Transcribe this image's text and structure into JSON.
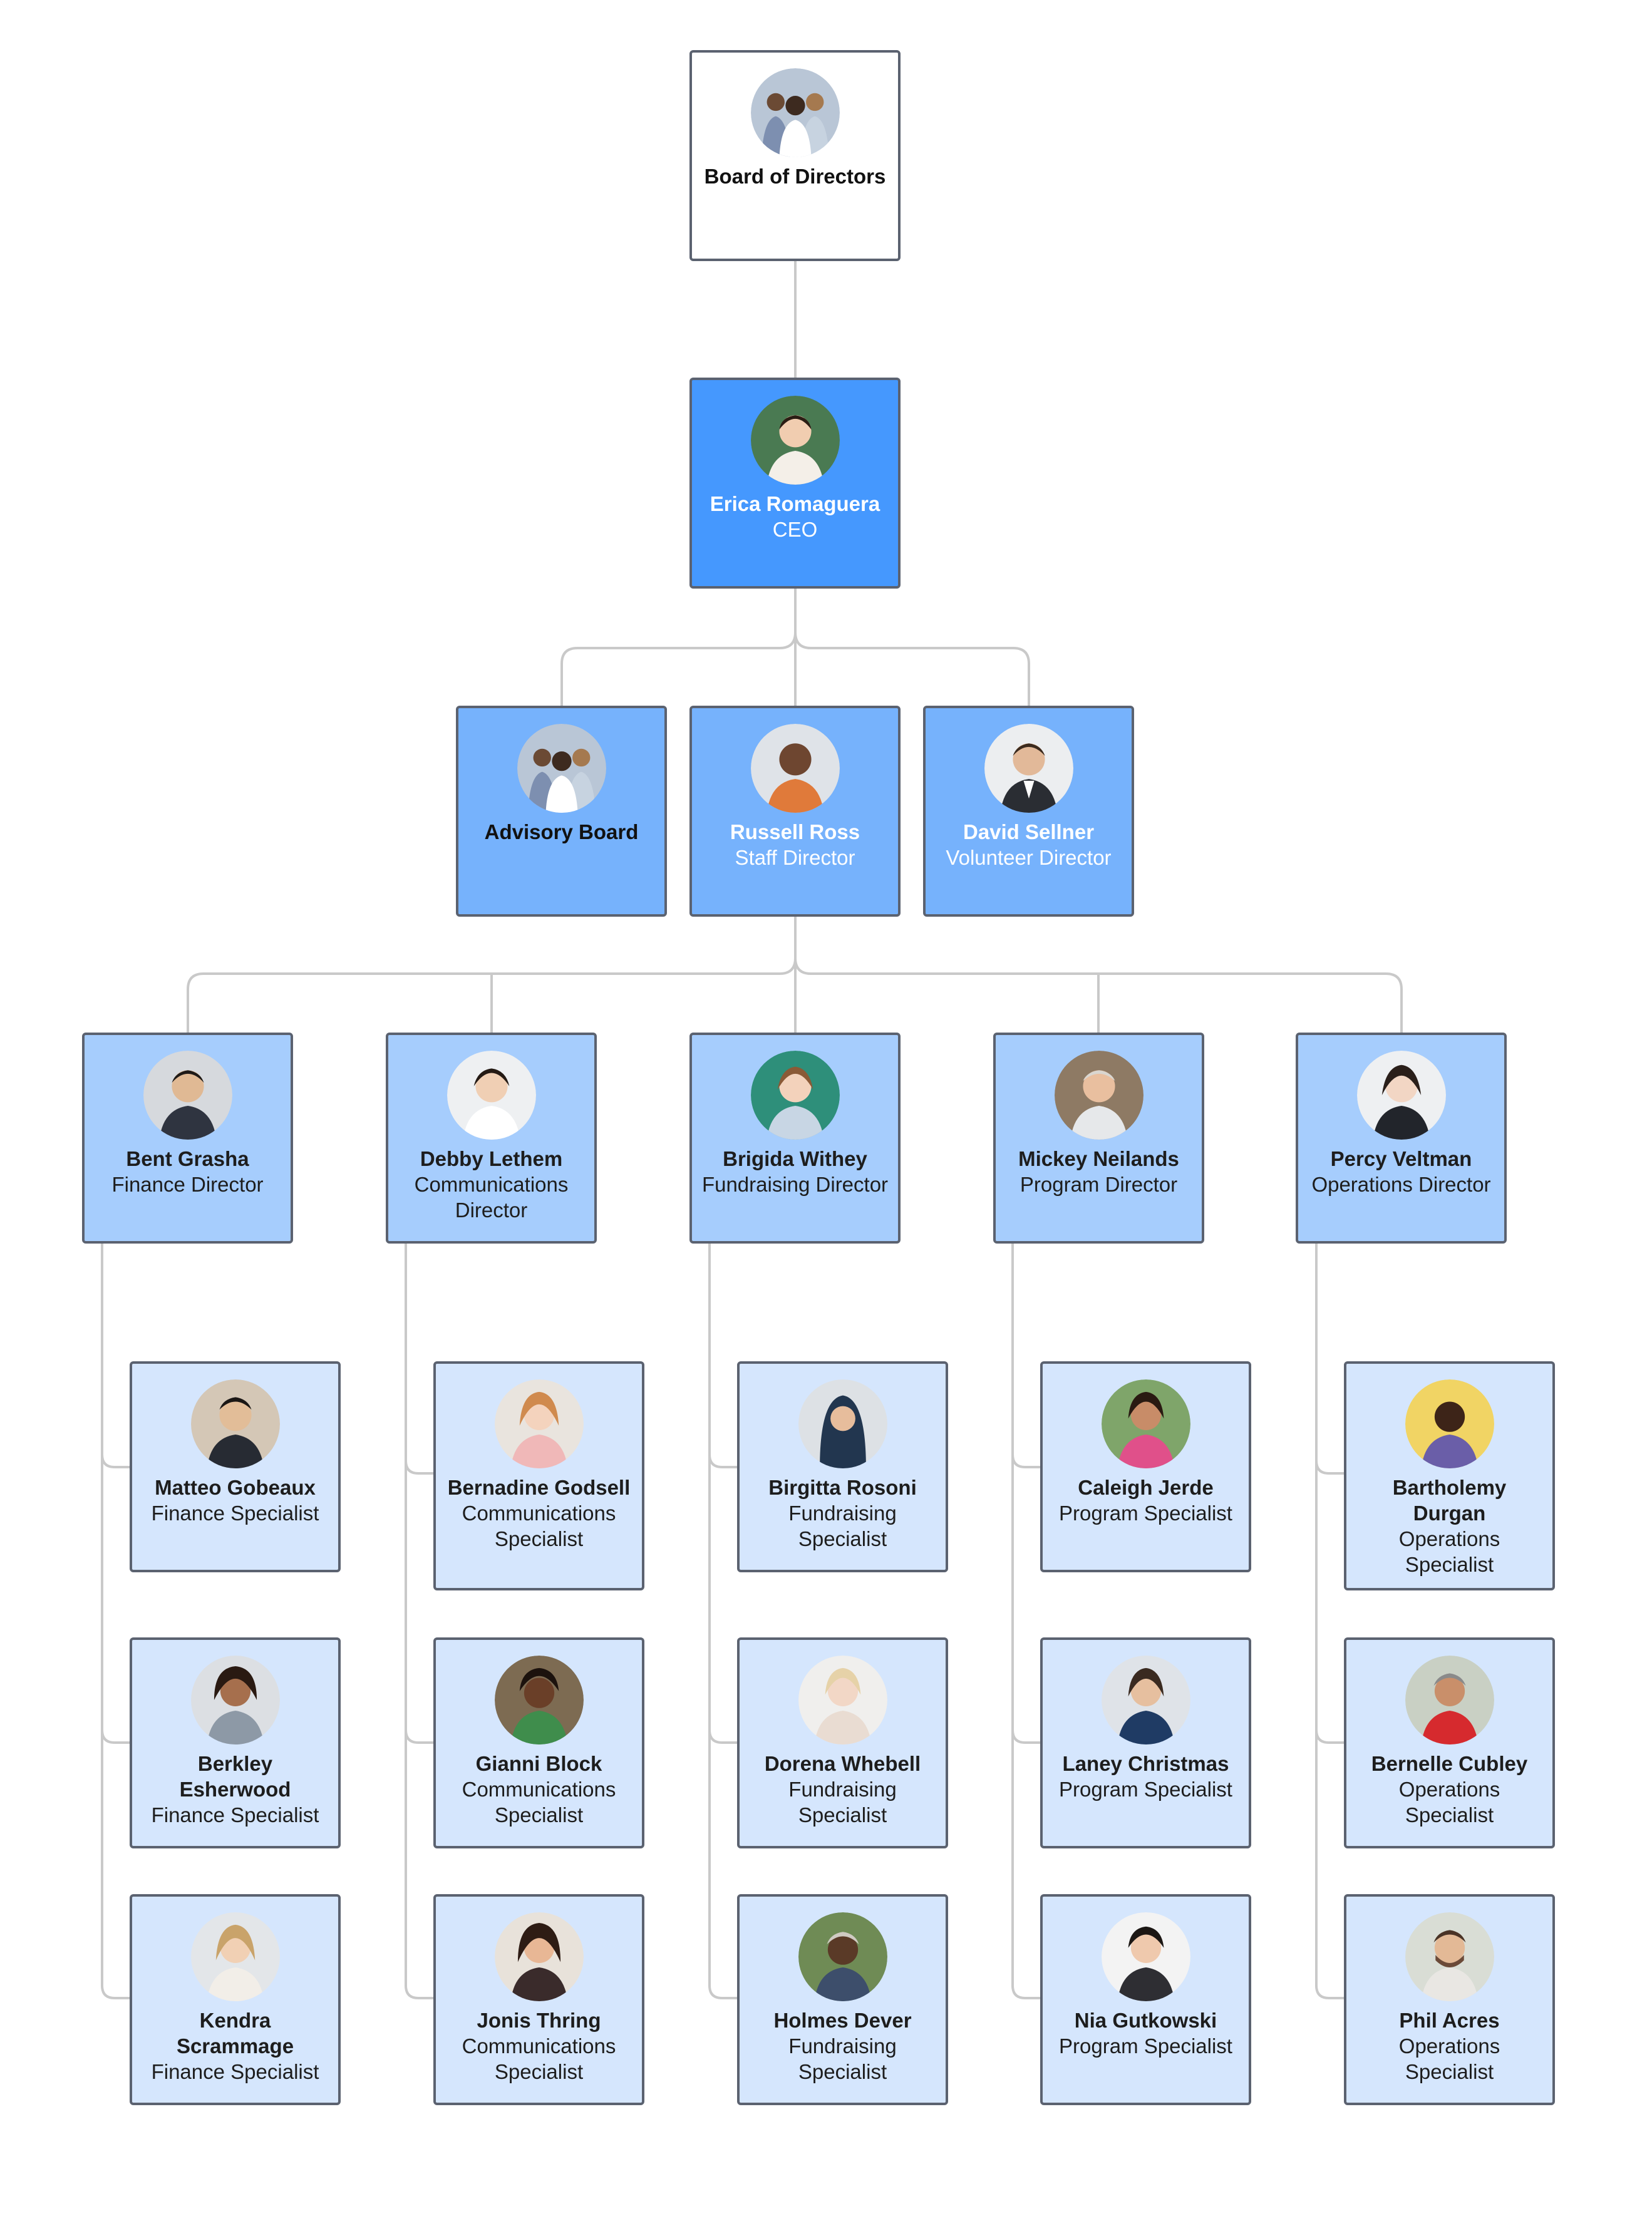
{
  "org_chart": {
    "board": {
      "name": "Board of Directors",
      "title": ""
    },
    "ceo": {
      "name": "Erica Romaguera",
      "title": "CEO"
    },
    "level2": [
      {
        "name": "Advisory Board",
        "title": ""
      },
      {
        "name": "Russell Ross",
        "title": "Staff Director"
      },
      {
        "name": "David Sellner",
        "title": "Volunteer Director"
      }
    ],
    "directors": [
      {
        "name": "Bent Grasha",
        "title": "Finance Director",
        "reports": [
          {
            "name": "Matteo Gobeaux",
            "title": "Finance Specialist"
          },
          {
            "name": "Berkley Esherwood",
            "title": "Finance Specialist"
          },
          {
            "name": "Kendra Scrammage",
            "title": "Finance Specialist"
          }
        ]
      },
      {
        "name": "Debby Lethem",
        "title": "Communications Director",
        "reports": [
          {
            "name": "Bernadine Godsell",
            "title": "Communications Specialist"
          },
          {
            "name": "Gianni Block",
            "title": "Communications Specialist"
          },
          {
            "name": "Jonis Thring",
            "title": "Communications Specialist"
          }
        ]
      },
      {
        "name": "Brigida Withey",
        "title": "Fundraising Director",
        "reports": [
          {
            "name": "Birgitta Rosoni",
            "title": "Fundraising Specialist"
          },
          {
            "name": "Dorena Whebell",
            "title": "Fundraising Specialist"
          },
          {
            "name": "Holmes Dever",
            "title": "Fundraising Specialist"
          }
        ]
      },
      {
        "name": "Mickey Neilands",
        "title": "Program Director",
        "reports": [
          {
            "name": "Caleigh Jerde",
            "title": "Program Specialist"
          },
          {
            "name": "Laney Christmas",
            "title": "Program Specialist"
          },
          {
            "name": "Nia Gutkowski",
            "title": "Program Specialist"
          }
        ]
      },
      {
        "name": "Percy Veltman",
        "title": "Operations Director",
        "reports": [
          {
            "name": "Bartholemy Durgan",
            "title": "Operations Specialist"
          },
          {
            "name": "Bernelle Cubley",
            "title": "Operations Specialist"
          },
          {
            "name": "Phil Acres",
            "title": "Operations Specialist"
          }
        ]
      }
    ]
  },
  "colors": {
    "connector": "#c9c9c9",
    "border": "#5b6270",
    "level1": "#4598fe",
    "level2": "#76b2fc",
    "level3": "#a6cdfd",
    "level4": "#d5e6fd"
  }
}
